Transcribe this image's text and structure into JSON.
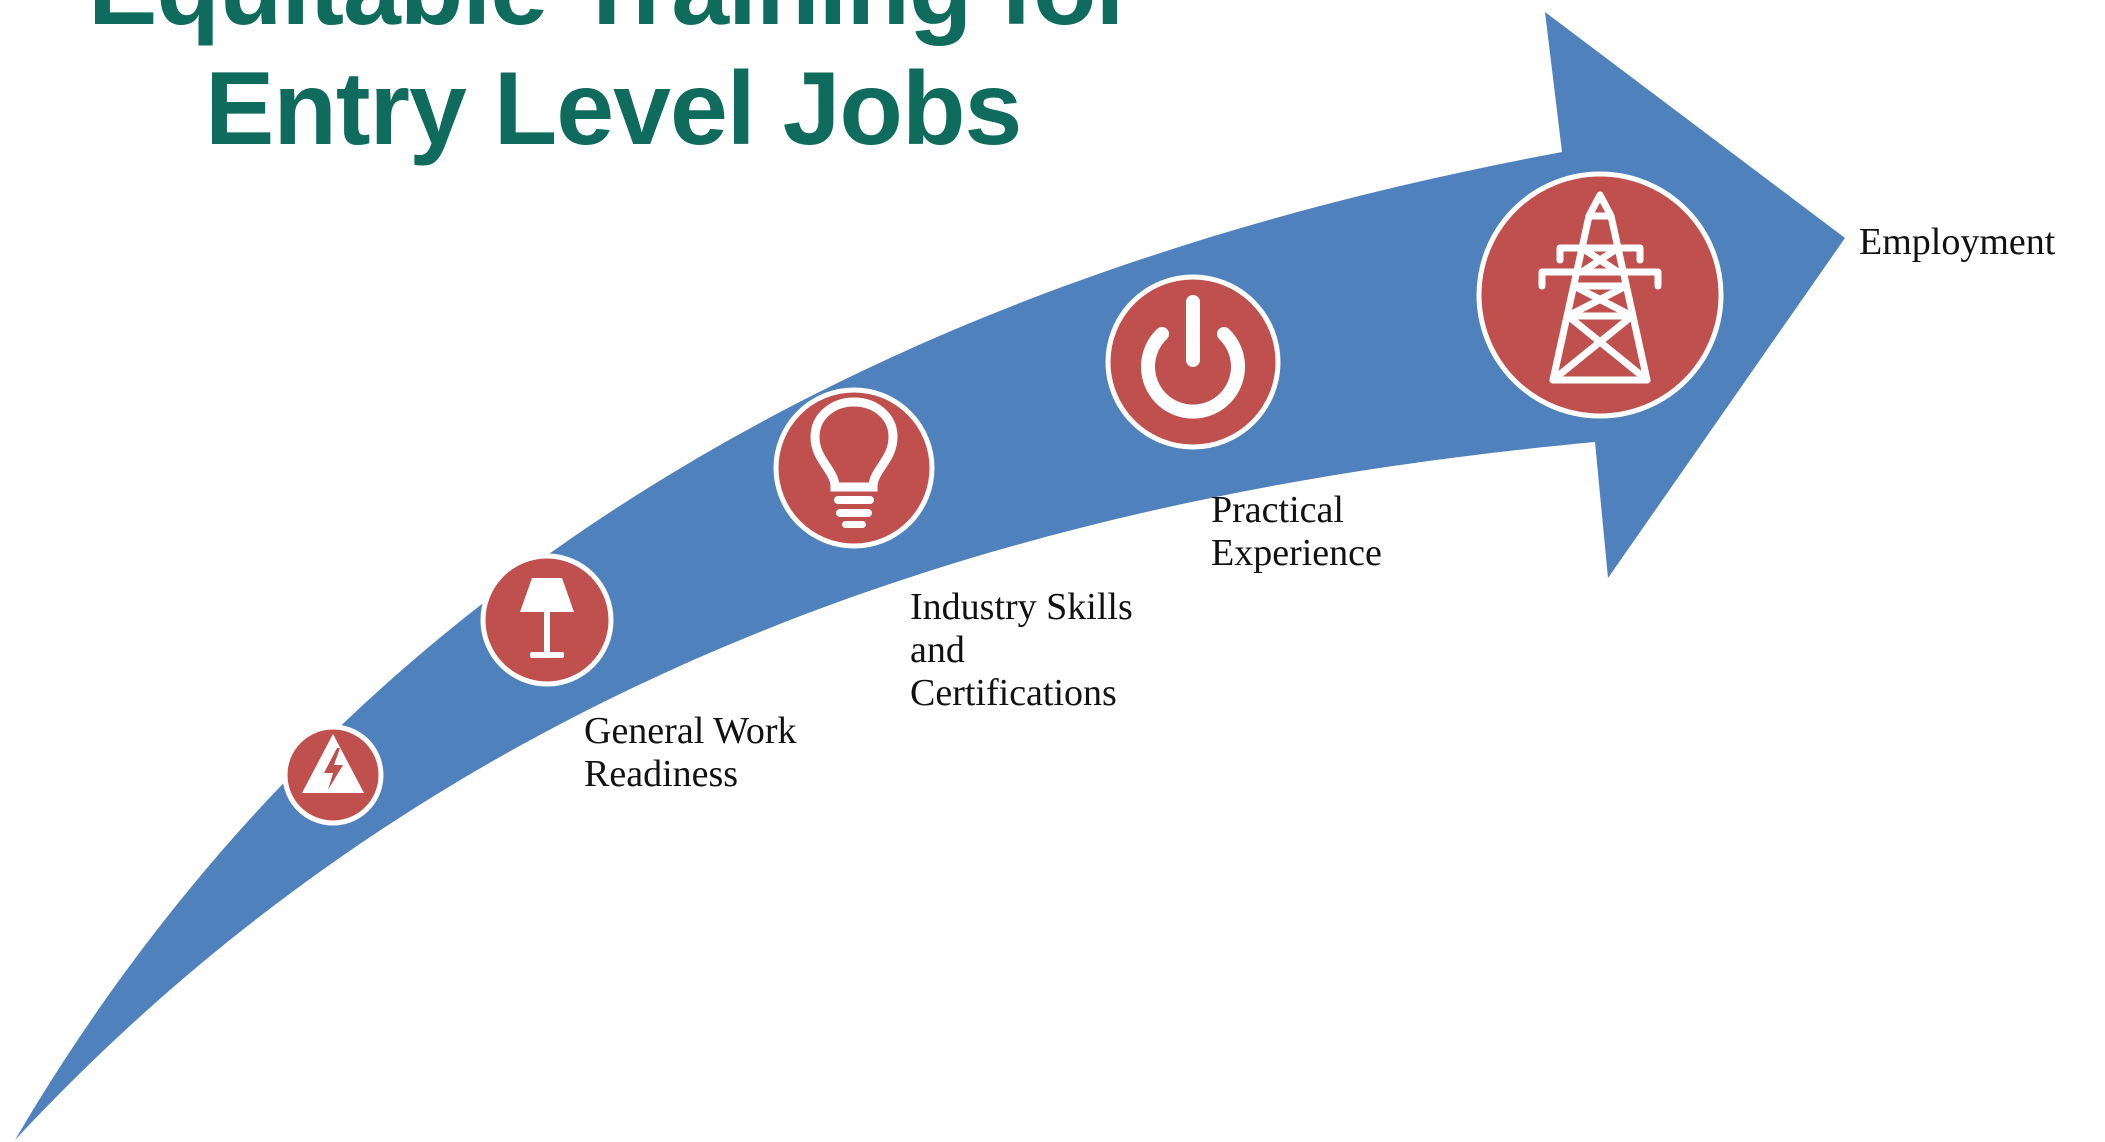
{
  "title": {
    "line1": "Equitable Training for",
    "line2": "Entry Level Jobs"
  },
  "colors": {
    "arrow": "#4f81bd",
    "circle_fill": "#c0504d",
    "circle_border": "#ffffff",
    "icon": "#ffffff",
    "title": "#0f6b5c",
    "label_text": "#111111"
  },
  "steps": [
    {
      "icon": "warning-triangle-icon",
      "lines": []
    },
    {
      "icon": "floor-lamp-icon",
      "lines": [
        "General Work",
        "Readiness"
      ]
    },
    {
      "icon": "lightbulb-icon",
      "lines": [
        "Industry Skills",
        "and",
        "Certifications"
      ]
    },
    {
      "icon": "power-icon",
      "lines": [
        "Practical",
        "Experience"
      ]
    },
    {
      "icon": "transmission-tower-icon",
      "lines": []
    }
  ],
  "goal": {
    "label": "Employment"
  }
}
